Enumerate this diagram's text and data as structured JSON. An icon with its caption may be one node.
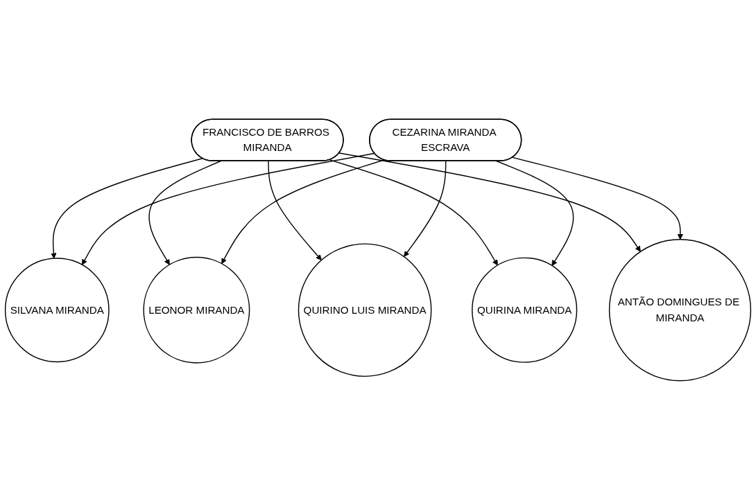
{
  "diagram": {
    "nodes": [
      {
        "text": [
          "FRANCISCO DE BARROS MIRANDA"
        ]
      },
      {
        "text": [
          "CEZARINA MIRANDA ESCRAVA"
        ]
      },
      {
        "text": [
          "SILVANA MIRANDA"
        ]
      },
      {
        "text": [
          "LEONOR MIRANDA"
        ]
      },
      {
        "text": [
          "QUIRINO LUIS MIRANDA"
        ]
      },
      {
        "text": [
          "QUIRINA MIRANDA"
        ]
      },
      {
        "text": [
          "ANTÃO DOMINGUES DE MIRANDA"
        ]
      }
    ],
    "edges": [
      {
        "from": 0,
        "to": 2,
        "arrow": "to"
      },
      {
        "from": 1,
        "to": 2,
        "arrow": "to"
      },
      {
        "from": 0,
        "to": 3,
        "arrow": "to"
      },
      {
        "from": 1,
        "to": 3,
        "arrow": "to"
      },
      {
        "from": 0,
        "to": 4,
        "arrow": "to"
      },
      {
        "from": 1,
        "to": 4,
        "arrow": "to"
      },
      {
        "from": 0,
        "to": 5,
        "arrow": "to"
      },
      {
        "from": 1,
        "to": 5,
        "arrow": "to"
      },
      {
        "from": 0,
        "to": 6,
        "arrow": "to"
      },
      {
        "from": 1,
        "to": 6,
        "arrow": "to"
      }
    ]
  }
}
